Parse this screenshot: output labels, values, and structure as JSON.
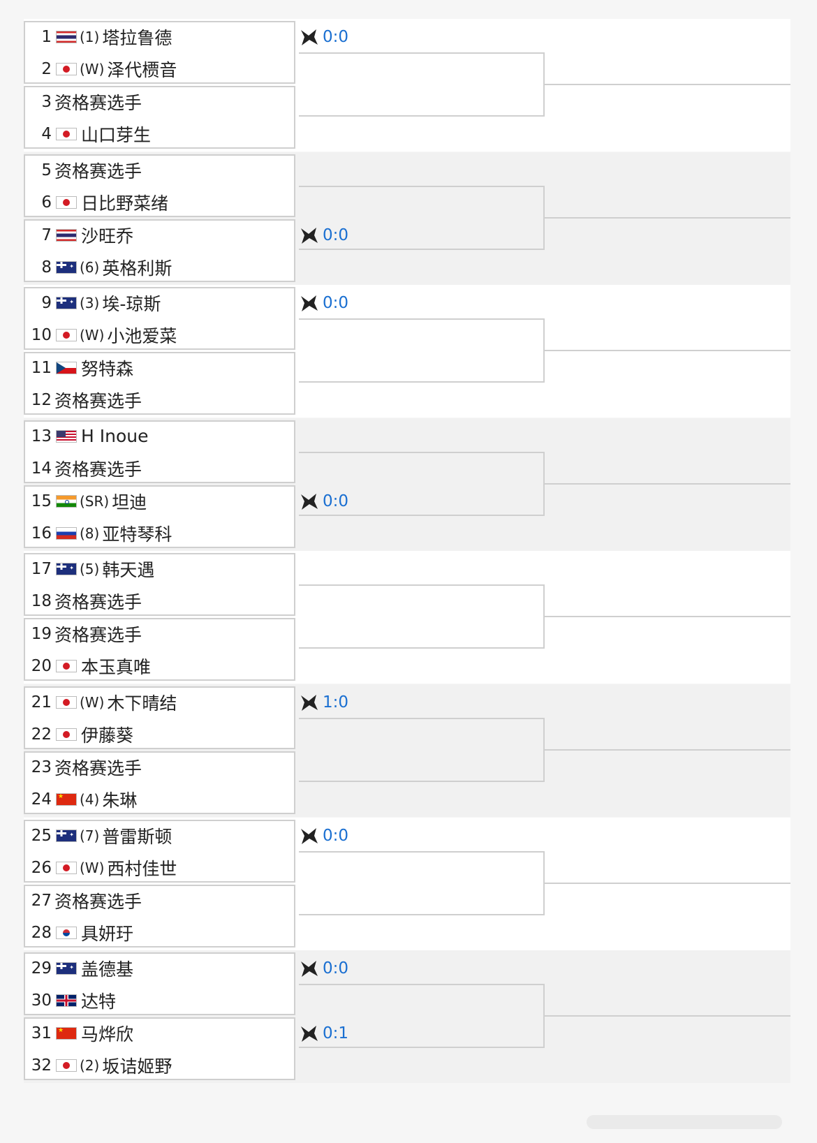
{
  "draw": {
    "players": [
      {
        "no": "1",
        "flag": "th",
        "flag_name": "thailand-flag",
        "tag": "(1)",
        "name": "塔拉鲁德"
      },
      {
        "no": "2",
        "flag": "jp",
        "flag_name": "japan-flag",
        "tag": "(W)",
        "name": "泽代槚音"
      },
      {
        "no": "3",
        "flag": "",
        "flag_name": "",
        "tag": "",
        "name": "资格赛选手"
      },
      {
        "no": "4",
        "flag": "jp",
        "flag_name": "japan-flag",
        "tag": "",
        "name": "山口芽生"
      },
      {
        "no": "5",
        "flag": "",
        "flag_name": "",
        "tag": "",
        "name": "资格赛选手"
      },
      {
        "no": "6",
        "flag": "jp",
        "flag_name": "japan-flag",
        "tag": "",
        "name": "日比野菜绪"
      },
      {
        "no": "7",
        "flag": "th",
        "flag_name": "thailand-flag",
        "tag": "",
        "name": "沙旺乔"
      },
      {
        "no": "8",
        "flag": "au",
        "flag_name": "australia-flag",
        "tag": "(6)",
        "name": "英格利斯"
      },
      {
        "no": "9",
        "flag": "au",
        "flag_name": "australia-flag",
        "tag": "(3)",
        "name": "埃-琼斯"
      },
      {
        "no": "10",
        "flag": "jp",
        "flag_name": "japan-flag",
        "tag": "(W)",
        "name": "小池爱菜"
      },
      {
        "no": "11",
        "flag": "cz",
        "flag_name": "czech-flag",
        "tag": "",
        "name": "努特森"
      },
      {
        "no": "12",
        "flag": "",
        "flag_name": "",
        "tag": "",
        "name": "资格赛选手"
      },
      {
        "no": "13",
        "flag": "us",
        "flag_name": "usa-flag",
        "tag": "",
        "name": "H Inoue"
      },
      {
        "no": "14",
        "flag": "",
        "flag_name": "",
        "tag": "",
        "name": "资格赛选手"
      },
      {
        "no": "15",
        "flag": "in",
        "flag_name": "india-flag",
        "tag": "(SR)",
        "name": "坦迪"
      },
      {
        "no": "16",
        "flag": "ru",
        "flag_name": "russia-flag",
        "tag": "(8)",
        "name": "亚特琴科"
      },
      {
        "no": "17",
        "flag": "au",
        "flag_name": "australia-flag",
        "tag": "(5)",
        "name": "韩天遇"
      },
      {
        "no": "18",
        "flag": "",
        "flag_name": "",
        "tag": "",
        "name": "资格赛选手"
      },
      {
        "no": "19",
        "flag": "",
        "flag_name": "",
        "tag": "",
        "name": "资格赛选手"
      },
      {
        "no": "20",
        "flag": "jp",
        "flag_name": "japan-flag",
        "tag": "",
        "name": "本玉真唯"
      },
      {
        "no": "21",
        "flag": "jp",
        "flag_name": "japan-flag",
        "tag": "(W)",
        "name": "木下晴结"
      },
      {
        "no": "22",
        "flag": "jp",
        "flag_name": "japan-flag",
        "tag": "",
        "name": "伊藤葵"
      },
      {
        "no": "23",
        "flag": "",
        "flag_name": "",
        "tag": "",
        "name": "资格赛选手"
      },
      {
        "no": "24",
        "flag": "cn",
        "flag_name": "china-flag",
        "tag": "(4)",
        "name": "朱琳"
      },
      {
        "no": "25",
        "flag": "au",
        "flag_name": "australia-flag",
        "tag": "(7)",
        "name": "普雷斯顿"
      },
      {
        "no": "26",
        "flag": "jp",
        "flag_name": "japan-flag",
        "tag": "(W)",
        "name": "西村佳世"
      },
      {
        "no": "27",
        "flag": "",
        "flag_name": "",
        "tag": "",
        "name": "资格赛选手"
      },
      {
        "no": "28",
        "flag": "kr",
        "flag_name": "korea-flag",
        "tag": "",
        "name": "具妍玗"
      },
      {
        "no": "29",
        "flag": "au",
        "flag_name": "australia-flag",
        "tag": "",
        "name": "盖德基"
      },
      {
        "no": "30",
        "flag": "gb",
        "flag_name": "uk-flag",
        "tag": "",
        "name": "达特"
      },
      {
        "no": "31",
        "flag": "cn",
        "flag_name": "china-flag",
        "tag": "",
        "name": "马烨欣"
      },
      {
        "no": "32",
        "flag": "jp",
        "flag_name": "japan-flag",
        "tag": "(2)",
        "name": "坂诘姬野"
      }
    ],
    "scores": [
      {
        "match": 1,
        "text": "0:0",
        "icon": "live-score-icon"
      },
      {
        "match": 4,
        "text": "0:0",
        "icon": "live-score-icon"
      },
      {
        "match": 5,
        "text": "0:0",
        "icon": "live-score-icon"
      },
      {
        "match": 8,
        "text": "0:0",
        "icon": "live-score-icon"
      },
      {
        "match": 11,
        "text": "1:0",
        "icon": "live-score-icon"
      },
      {
        "match": 13,
        "text": "0:0",
        "icon": "live-score-icon"
      },
      {
        "match": 15,
        "text": "0:0",
        "icon": "live-score-icon"
      },
      {
        "match": 16,
        "text": "0:1",
        "icon": "live-score-icon"
      }
    ],
    "colors": {
      "score": "#1a6fd1",
      "border": "#cfcfcf"
    }
  }
}
